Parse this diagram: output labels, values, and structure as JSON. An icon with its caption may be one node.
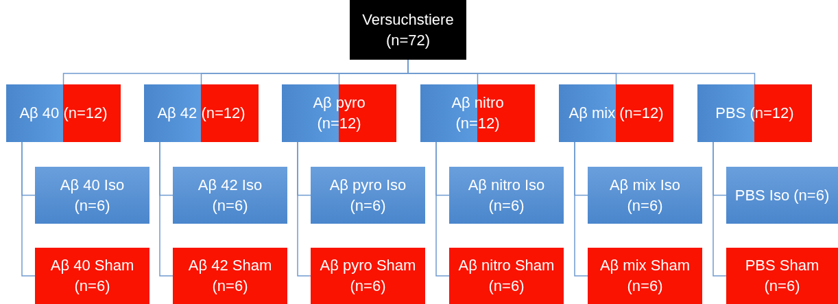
{
  "diagram": {
    "nodes": [
      {
        "text": [
          "Versuchstiere (n=72)"
        ]
      },
      {
        "text": [
          "Aβ 40 (n=12)"
        ]
      },
      {
        "text": [
          "Aβ 42 (n=12)"
        ]
      },
      {
        "text": [
          "Aβ pyro (n=12)"
        ]
      },
      {
        "text": [
          "Aβ nitro (n=12)"
        ]
      },
      {
        "text": [
          "Aβ mix (n=12)"
        ]
      },
      {
        "text": [
          "PBS (n=12)"
        ]
      },
      {
        "text": [
          "Aβ 40 Iso (n=6)"
        ]
      },
      {
        "text": [
          "Aβ 42 Iso (n=6)"
        ]
      },
      {
        "text": [
          "Aβ pyro Iso (n=6)"
        ]
      },
      {
        "text": [
          "Aβ nitro Iso (n=6)"
        ]
      },
      {
        "text": [
          "Aβ mix Iso (n=6)"
        ]
      },
      {
        "text": [
          "PBS Iso (n=6)"
        ]
      },
      {
        "text": [
          "Aβ 40 Sham (n=6)"
        ]
      },
      {
        "text": [
          "Aβ 42 Sham (n=6)"
        ]
      },
      {
        "text": [
          "Aβ pyro Sham (n=6)"
        ]
      },
      {
        "text": [
          "Aβ nitro Sham (n=6)"
        ]
      },
      {
        "text": [
          "Aβ mix Sham (n=6)"
        ]
      },
      {
        "text": [
          "PBS Sham (n=6)"
        ]
      }
    ],
    "edges": [
      {
        "from": 0,
        "to": 1,
        "arrow": "none"
      },
      {
        "from": 0,
        "to": 2,
        "arrow": "none"
      },
      {
        "from": 0,
        "to": 3,
        "arrow": "none"
      },
      {
        "from": 0,
        "to": 4,
        "arrow": "none"
      },
      {
        "from": 0,
        "to": 5,
        "arrow": "none"
      },
      {
        "from": 0,
        "to": 6,
        "arrow": "none"
      },
      {
        "from": 1,
        "to": 7,
        "arrow": "none"
      },
      {
        "from": 1,
        "to": 13,
        "arrow": "none"
      },
      {
        "from": 2,
        "to": 8,
        "arrow": "none"
      },
      {
        "from": 2,
        "to": 14,
        "arrow": "none"
      },
      {
        "from": 3,
        "to": 9,
        "arrow": "none"
      },
      {
        "from": 3,
        "to": 15,
        "arrow": "none"
      },
      {
        "from": 4,
        "to": 10,
        "arrow": "none"
      },
      {
        "from": 4,
        "to": 16,
        "arrow": "none"
      },
      {
        "from": 5,
        "to": 11,
        "arrow": "none"
      },
      {
        "from": 5,
        "to": 17,
        "arrow": "none"
      },
      {
        "from": 6,
        "to": 12,
        "arrow": "none"
      },
      {
        "from": 6,
        "to": 18,
        "arrow": "none"
      }
    ]
  }
}
